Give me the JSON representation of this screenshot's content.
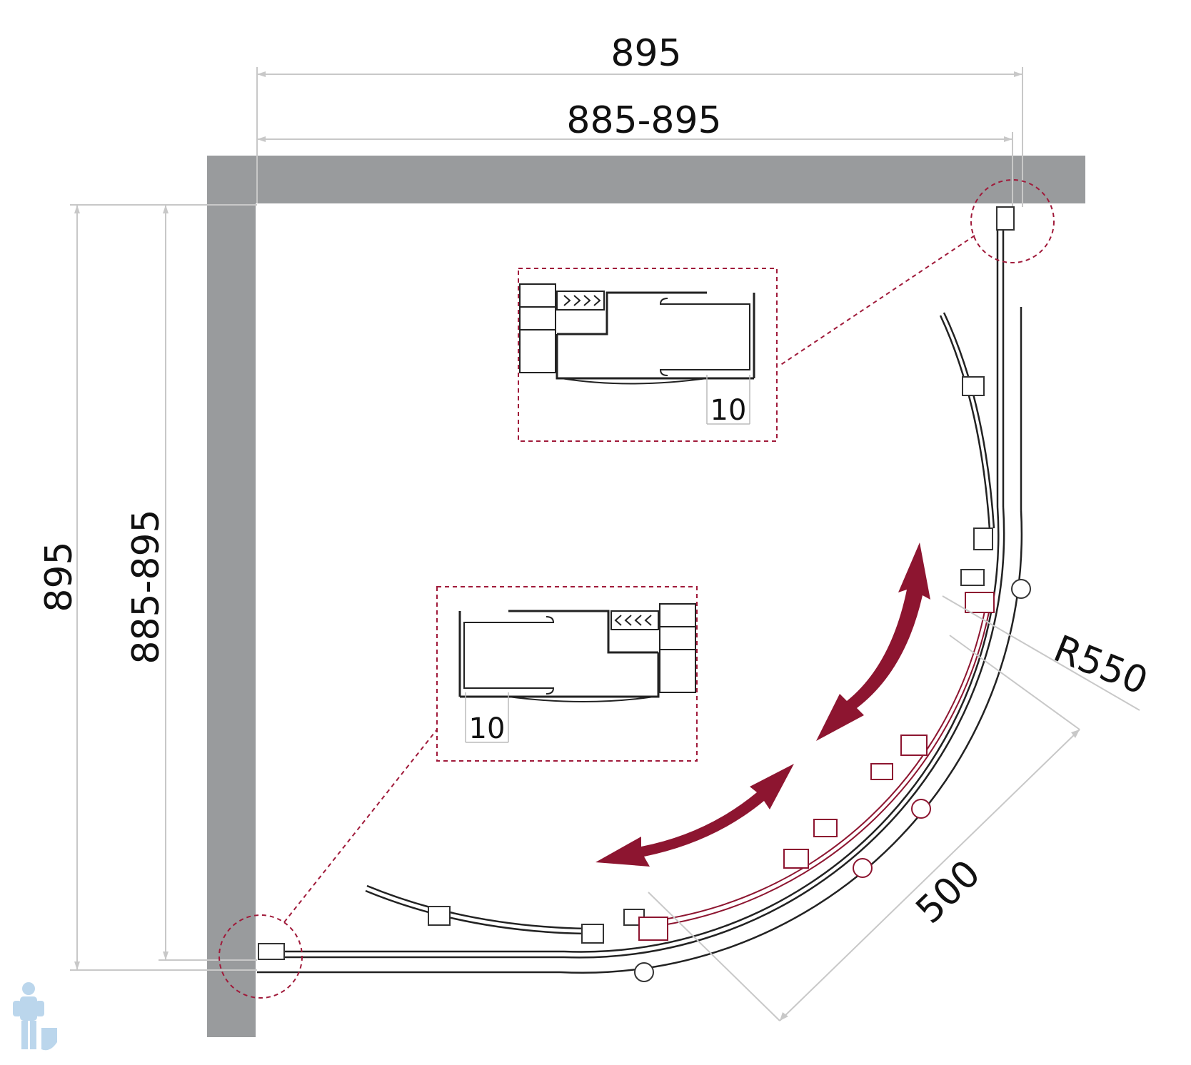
{
  "dimensions": {
    "top_outer": "895",
    "top_inner": "885-895",
    "left_outer": "895",
    "left_inner": "885-895",
    "radius": "R550",
    "door_width": "500",
    "detail_top_gap": "10",
    "detail_bottom_gap": "10"
  },
  "colors": {
    "wall": "#999b9d",
    "accent": "#8d1530",
    "dimension_line": "#c8c8c8",
    "glass": "#222222"
  },
  "icons": {
    "plumber_logo": "plumber-mascot-icon",
    "sliding_arrow": "double-arrow-icon"
  }
}
